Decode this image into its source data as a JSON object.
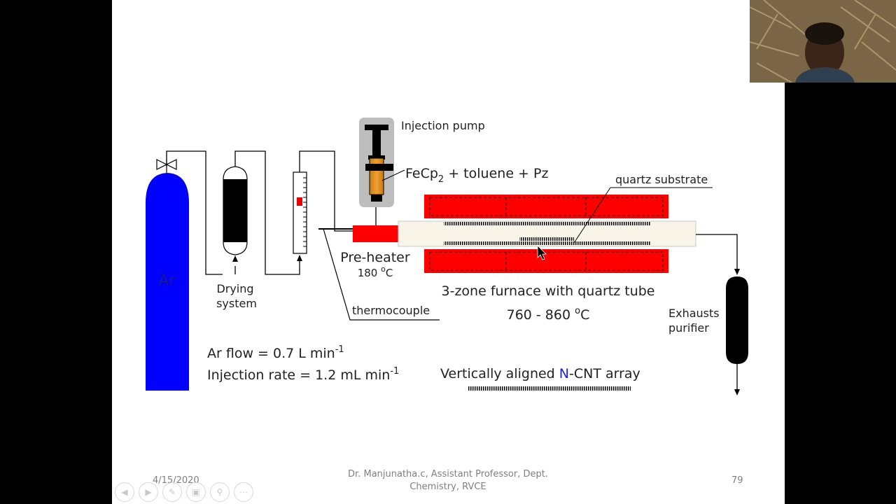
{
  "labels": {
    "injection_pump": "Injection pump",
    "reagent_prefix": "FeCp",
    "reagent_sub": "2",
    "reagent_suffix": " + toluene + Pz",
    "quartz_substrate": "quartz substrate",
    "ar": "Ar",
    "drying_line1": "Drying",
    "drying_line2": "system",
    "preheater": "Pre-heater",
    "preheater_temp_value": "180 ",
    "preheater_temp_deg": "o",
    "preheater_temp_unit": "C",
    "thermocouple": "thermocouple",
    "furnace": "3-zone furnace with quartz tube",
    "furnace_temp_value": "760 - 860 ",
    "furnace_temp_deg": "o",
    "furnace_temp_unit": "C",
    "exhaust_line1": "Exhausts",
    "exhaust_line2": "purifier",
    "ar_flow": "Ar flow = 0.7 L min",
    "ar_flow_sup": "-1",
    "injection_rate": "Injection rate = 1.2 mL min",
    "injection_rate_sup": "-1",
    "array_prefix": "Vertically aligned ",
    "array_n": "N",
    "array_suffix": "-CNT array"
  },
  "footer": {
    "date": "4/15/2020",
    "author_line1": "Dr. Manjunatha.c, Assistant Professor, Dept.",
    "author_line2": "Chemistry, RVCE",
    "page": "79"
  },
  "colors": {
    "cylinder": "#0000ff",
    "furnace": "#ff0000",
    "n_highlight": "#1a1aff"
  }
}
